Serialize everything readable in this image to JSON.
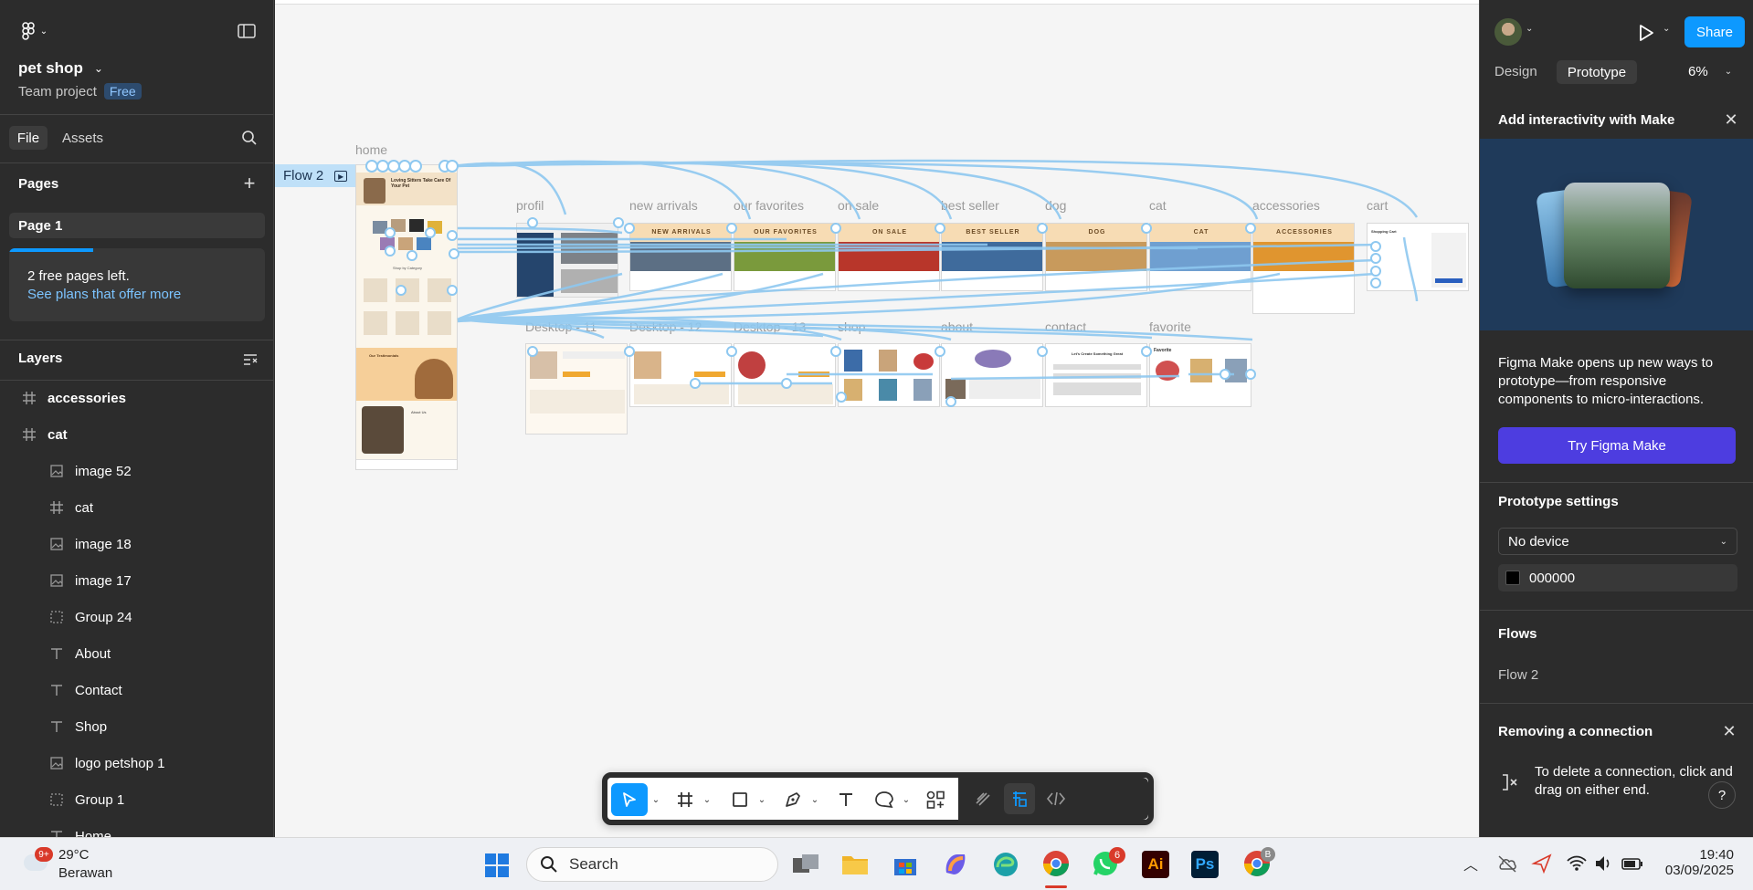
{
  "left_panel": {
    "file_name": "pet shop",
    "team_project": "Team project",
    "plan_badge": "Free",
    "tabs": [
      "File",
      "Assets"
    ],
    "pages_heading": "Pages",
    "pages": [
      "Page 1"
    ],
    "banner_title": "2 free pages left.",
    "banner_link": "See plans that offer more",
    "layers_heading": "Layers",
    "layers": [
      {
        "name": "accessories",
        "icon": "frame-icon"
      },
      {
        "name": "cat",
        "icon": "frame-icon"
      },
      {
        "name": "image 52",
        "icon": "image-icon"
      },
      {
        "name": "cat",
        "icon": "frame-icon"
      },
      {
        "name": "image 18",
        "icon": "image-icon"
      },
      {
        "name": "image 17",
        "icon": "image-icon"
      },
      {
        "name": "Group 24",
        "icon": "group-icon"
      },
      {
        "name": "About",
        "icon": "text-icon"
      },
      {
        "name": "Contact",
        "icon": "text-icon"
      },
      {
        "name": "Shop",
        "icon": "text-icon"
      },
      {
        "name": "logo petshop 1",
        "icon": "image-icon"
      },
      {
        "name": "Group 1",
        "icon": "group-icon"
      },
      {
        "name": "Home",
        "icon": "text-icon"
      }
    ]
  },
  "canvas": {
    "flow_label": "Flow 2",
    "frames": [
      "home",
      "profil",
      "new arrivals",
      "our favorites",
      "on sale",
      "best seller",
      "dog",
      "cat",
      "accessories",
      "cart",
      "Desktop - 11",
      "Desktop - 12",
      "Desktop - 13",
      "shop",
      "about",
      "contact",
      "favorite"
    ],
    "frame_texts": {
      "home_hero": "Loving Sitters Take Care Of Your Pet",
      "home_categories": "Shop by Category",
      "home_testimonial": "Our Testimonials",
      "home_about": "About Us",
      "banner_new": "NEW ARRIVALS",
      "banner_fav": "OUR FAVORITES",
      "banner_sale": "ON SALE",
      "banner_best": "BEST SELLER",
      "banner_dog": "DOG",
      "banner_cat": "CAT",
      "banner_acc": "ACCESSORIES",
      "cart_title": "Shopping Cart",
      "contact_title": "Let's Create Something Great",
      "fav_title": "Favorite"
    }
  },
  "right_panel": {
    "tabs": [
      "Design",
      "Prototype"
    ],
    "zoom": "6%",
    "share_label": "Share",
    "make_title": "Add interactivity with Make",
    "make_desc": "Figma Make opens up new ways to prototype—from responsive components to micro-interactions.",
    "make_button": "Try Figma Make",
    "proto_settings_heading": "Prototype settings",
    "device": "No device",
    "bg_color": "000000",
    "flows_heading": "Flows",
    "flows": [
      "Flow 2"
    ],
    "removing_title": "Removing a connection",
    "removing_desc": "To delete a connection, click and drag on either end.",
    "help": "?"
  },
  "toolbar": {
    "tools": [
      "move-tool",
      "frame-tool",
      "shape-tool",
      "pen-tool",
      "text-tool",
      "comment-tool",
      "actions-tool"
    ],
    "modes": [
      "draw-mode",
      "design-mode",
      "dev-mode"
    ]
  },
  "taskbar": {
    "weather_temp": "29°C",
    "weather_desc": "Berawan",
    "weather_badge": "9+",
    "search_placeholder": "Search",
    "whatsapp_badge": "6",
    "chrome_profile": "B",
    "time": "19:40",
    "date": "03/09/2025"
  },
  "colors": {
    "accent": "#0d99ff",
    "make_button": "#4d3de0",
    "panel_bg": "#2c2c2c",
    "canvas_bg": "#f5f5f5",
    "connector": "#8ec8f0"
  }
}
